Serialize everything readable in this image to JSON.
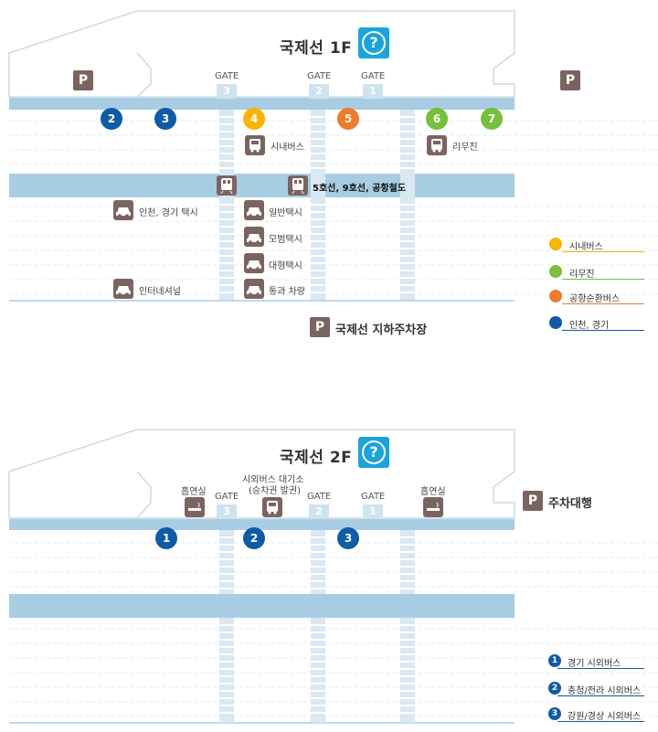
{
  "colors": {
    "blue_bar": "#a8cde3",
    "dash": "#d9e8f1",
    "outline": "#c9dbe6",
    "orange": "#f07b2b",
    "yellow": "#f8b400",
    "green": "#76bf3f",
    "navy": "#0f5ba8",
    "brown": "#7b6460",
    "help_blue": "#1aa3dd"
  },
  "floor1": {
    "title": "국제선 1F",
    "help_icon": "?",
    "parking_letter": "P",
    "gates": [
      {
        "label": "GATE",
        "num": "3"
      },
      {
        "label": "GATE",
        "num": "2"
      },
      {
        "label": "GATE",
        "num": "1"
      }
    ],
    "stops": [
      {
        "num": "2",
        "color": "navy"
      },
      {
        "num": "3",
        "color": "navy"
      },
      {
        "num": "4",
        "color": "yellow"
      },
      {
        "num": "5",
        "color": "orange"
      },
      {
        "num": "6",
        "color": "green"
      },
      {
        "num": "7",
        "color": "green"
      }
    ],
    "labels": {
      "city_bus": "시내버스",
      "limousine": "리무진",
      "subway": "5호선, 9호선, 공항철도",
      "incheon_taxi": "인천, 경기 택시",
      "regular_taxi": "일반택시",
      "deluxe_taxi": "모범택시",
      "large_taxi": "대형택시",
      "international_taxi": "인터네셔널",
      "transit_vehicle": "통과 차량"
    },
    "underground_parking": "국제선 지하주차장",
    "legend": [
      {
        "label": "시내버스",
        "color": "yellow"
      },
      {
        "label": "리무진",
        "color": "green"
      },
      {
        "label": "공항순환버스",
        "color": "orange"
      },
      {
        "label": "인천, 경기",
        "color": "navy"
      }
    ]
  },
  "floor2": {
    "title": "국제선 2F",
    "help_icon": "?",
    "parking_letter": "P",
    "gates": [
      {
        "label": "GATE",
        "num": "3"
      },
      {
        "label": "GATE",
        "num": "2"
      },
      {
        "label": "GATE",
        "num": "1"
      }
    ],
    "smoking_left": "흡연실",
    "smoking_right": "흡연실",
    "intercity_wait_line1": "시외버스 대기소",
    "intercity_wait_line2": "(승차권 발권)",
    "valet": "주차대행",
    "stops": [
      {
        "num": "1"
      },
      {
        "num": "2"
      },
      {
        "num": "3"
      }
    ],
    "legend": [
      {
        "num": "1",
        "label": "경기 시외버스"
      },
      {
        "num": "2",
        "label": "충청/전라 시외버스"
      },
      {
        "num": "3",
        "label": "강원/경상 시외버스"
      }
    ]
  }
}
